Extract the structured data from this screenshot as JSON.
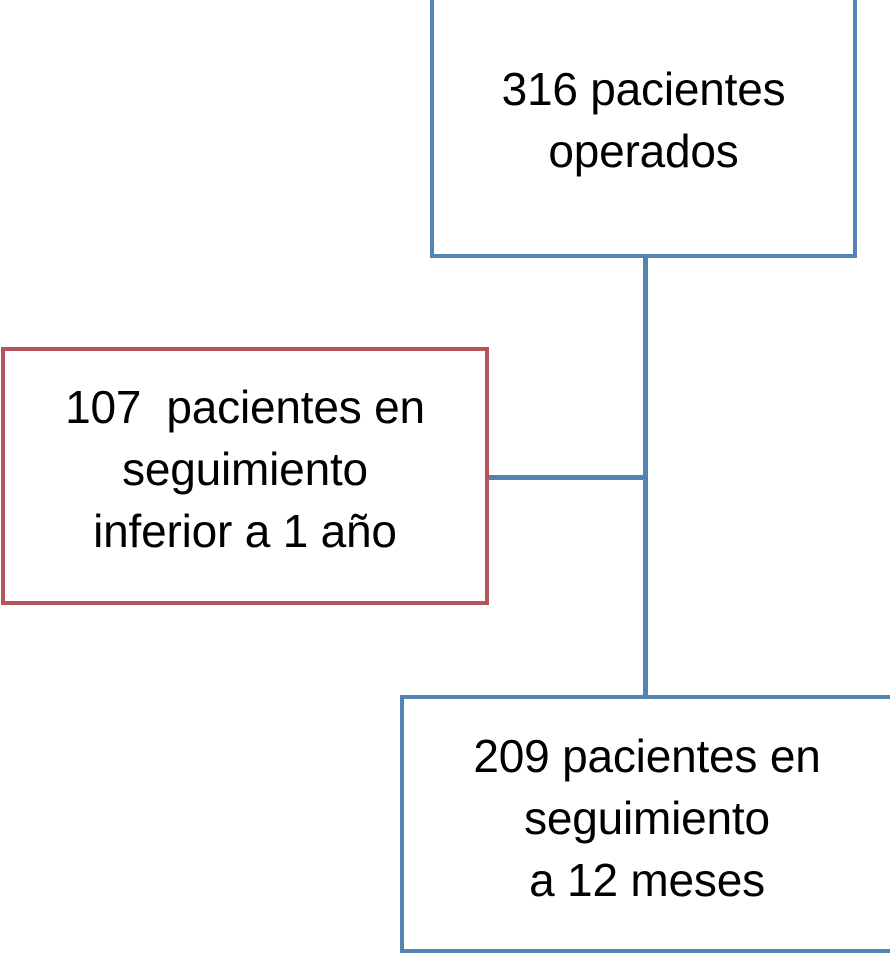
{
  "diagram": {
    "type": "flowchart",
    "title": "",
    "background_color": "#ffffff",
    "colors": {
      "blue_border": "#5383b0",
      "red_border": "#b3565a",
      "text": "#000000",
      "connector": "#5383b0"
    },
    "nodes": [
      {
        "id": "operados",
        "label": "316 pacientes\noperados",
        "count": 316,
        "border_color": "#5383b0",
        "role": "root"
      },
      {
        "id": "seguimiento-corto",
        "label": "107  pacientes en\nseguimiento\ninferior a 1 año",
        "count": 107,
        "border_color": "#b3565a",
        "role": "excluded-branch"
      },
      {
        "id": "seguimiento-12m",
        "label": "209 pacientes en\nseguimiento\na 12 meses",
        "count": 209,
        "border_color": "#5383b0",
        "role": "analysis-branch"
      }
    ],
    "connectors": [
      {
        "id": "trunk",
        "from": "operados",
        "to": "seguimiento-12m",
        "orientation": "vertical"
      },
      {
        "id": "branch-left",
        "from": "trunk",
        "to": "seguimiento-corto",
        "orientation": "horizontal"
      }
    ]
  }
}
